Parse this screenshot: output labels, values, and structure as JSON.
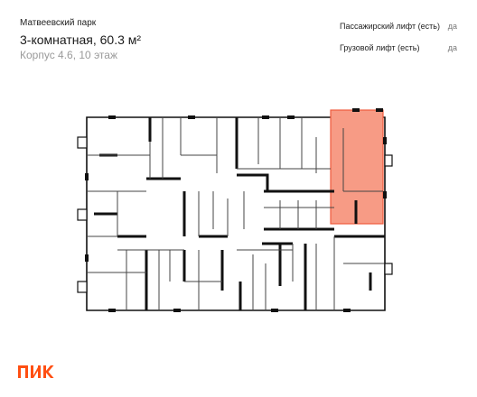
{
  "header": {
    "project": "Матвеевский парк",
    "apartment": "3-комнатная, 60.3 м²",
    "building": "Корпус 4.6, 10 этаж"
  },
  "features": [
    {
      "label": "Пассажирский лифт (есть)",
      "value": "да"
    },
    {
      "label": "Грузовой лифт (есть)",
      "value": "да"
    }
  ],
  "logo": {
    "text": "ПИК",
    "color": "#ff4f12"
  },
  "colors": {
    "highlight_fill": "#f79b85",
    "highlight_stroke": "#ef5a3c",
    "wall": "#111111",
    "thin_wall": "#444444"
  }
}
